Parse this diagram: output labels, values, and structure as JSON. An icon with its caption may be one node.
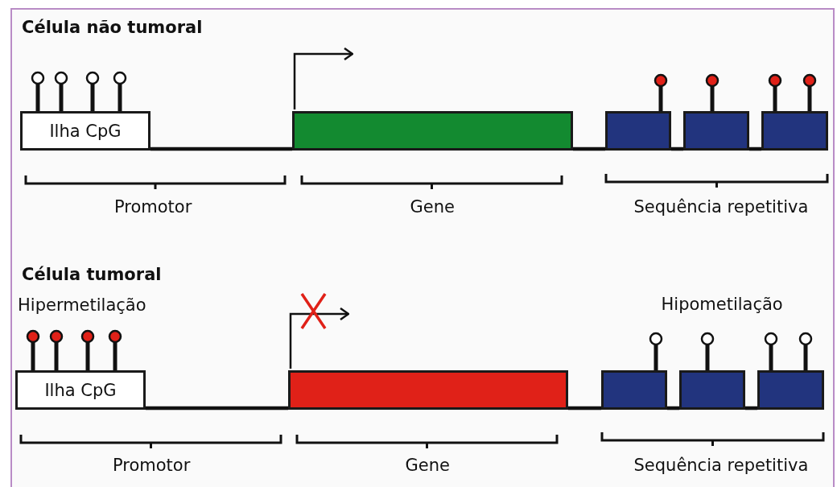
{
  "diagram": {
    "nodes": [
      {
        "text": [
          "Ilha CpG"
        ]
      },
      {
        "text": [],
        "shape": "box"
      },
      {
        "text": [],
        "shape": "box"
      },
      {
        "text": [],
        "shape": "box"
      },
      {
        "text": [],
        "shape": "box"
      },
      {
        "text": [
          "Ilha CpG"
        ]
      },
      {
        "text": [],
        "shape": "box"
      },
      {
        "text": [],
        "shape": "box"
      },
      {
        "text": [],
        "shape": "box"
      },
      {
        "text": [],
        "shape": "box"
      }
    ],
    "edges": [
      {
        "from": 0,
        "to": 1,
        "arrow": "none"
      },
      {
        "from": 1,
        "to": 2,
        "arrow": "none"
      },
      {
        "from": 2,
        "to": 3,
        "arrow": "none"
      },
      {
        "from": 3,
        "to": 4,
        "arrow": "none"
      },
      {
        "from": 1,
        "to": null,
        "arrow": "to"
      },
      {
        "from": 5,
        "to": 6,
        "arrow": "none"
      },
      {
        "from": 6,
        "to": 7,
        "arrow": "none"
      },
      {
        "from": 7,
        "to": 8,
        "arrow": "none"
      },
      {
        "from": 8,
        "to": 9,
        "arrow": "none"
      },
      {
        "from": 6,
        "to": null,
        "arrow": "to"
      }
    ],
    "labels": [
      "Célula não tumoral",
      "Promotor",
      "Gene",
      "Sequência repetitiva",
      "Célula tumoral",
      "Hipermetilação",
      "Hipometilação",
      "Promotor",
      "Gene",
      "Sequência repetitiva"
    ]
  }
}
